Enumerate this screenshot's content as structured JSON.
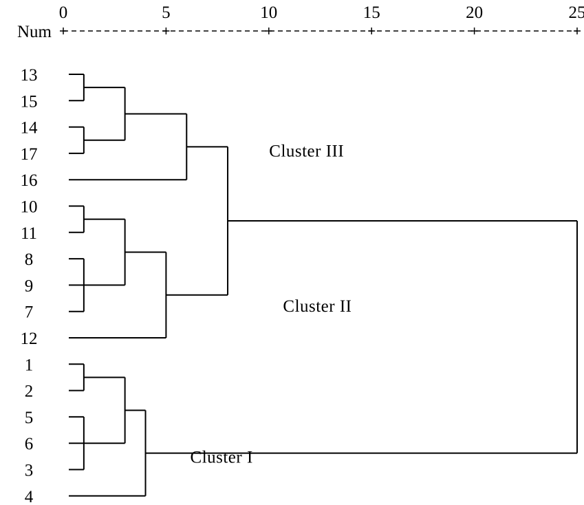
{
  "chart_data": {
    "type": "dendrogram",
    "axis": {
      "title": "Num",
      "range": [
        0,
        25
      ],
      "ticks": [
        0,
        5,
        10,
        15,
        20,
        25
      ],
      "tick_labels": [
        "0",
        "5",
        "10",
        "15",
        "20",
        "25"
      ]
    },
    "leaves": [
      "13",
      "15",
      "14",
      "17",
      "16",
      "10",
      "11",
      "8",
      "9",
      "7",
      "12",
      "1",
      "2",
      "5",
      "6",
      "3",
      "4"
    ],
    "merges": [
      {
        "id": "A",
        "children": [
          "13",
          "15"
        ],
        "distance": 1
      },
      {
        "id": "B",
        "children": [
          "14",
          "17"
        ],
        "distance": 1
      },
      {
        "id": "C",
        "children": [
          "A",
          "B"
        ],
        "distance": 3
      },
      {
        "id": "D",
        "children": [
          "C",
          "16"
        ],
        "distance": 6
      },
      {
        "id": "E",
        "children": [
          "10",
          "11"
        ],
        "distance": 1
      },
      {
        "id": "F",
        "children": [
          "8",
          "9",
          "7"
        ],
        "distance": 1
      },
      {
        "id": "G",
        "children": [
          "E",
          "F"
        ],
        "distance": 3
      },
      {
        "id": "H",
        "children": [
          "G",
          "12"
        ],
        "distance": 5
      },
      {
        "id": "I",
        "children": [
          "D",
          "H"
        ],
        "distance": 8
      },
      {
        "id": "J",
        "children": [
          "1",
          "2"
        ],
        "distance": 1
      },
      {
        "id": "K",
        "children": [
          "5",
          "6",
          "3"
        ],
        "distance": 1
      },
      {
        "id": "L",
        "children": [
          "J",
          "K"
        ],
        "distance": 3
      },
      {
        "id": "M",
        "children": [
          "L",
          "4"
        ],
        "distance": 4
      },
      {
        "id": "N",
        "children": [
          "I",
          "M"
        ],
        "distance": 25
      }
    ],
    "annotations": [
      {
        "text": "Cluster III",
        "near": "D"
      },
      {
        "text": "Cluster II",
        "near": "H"
      },
      {
        "text": "Cluster I",
        "near": "M"
      }
    ]
  }
}
